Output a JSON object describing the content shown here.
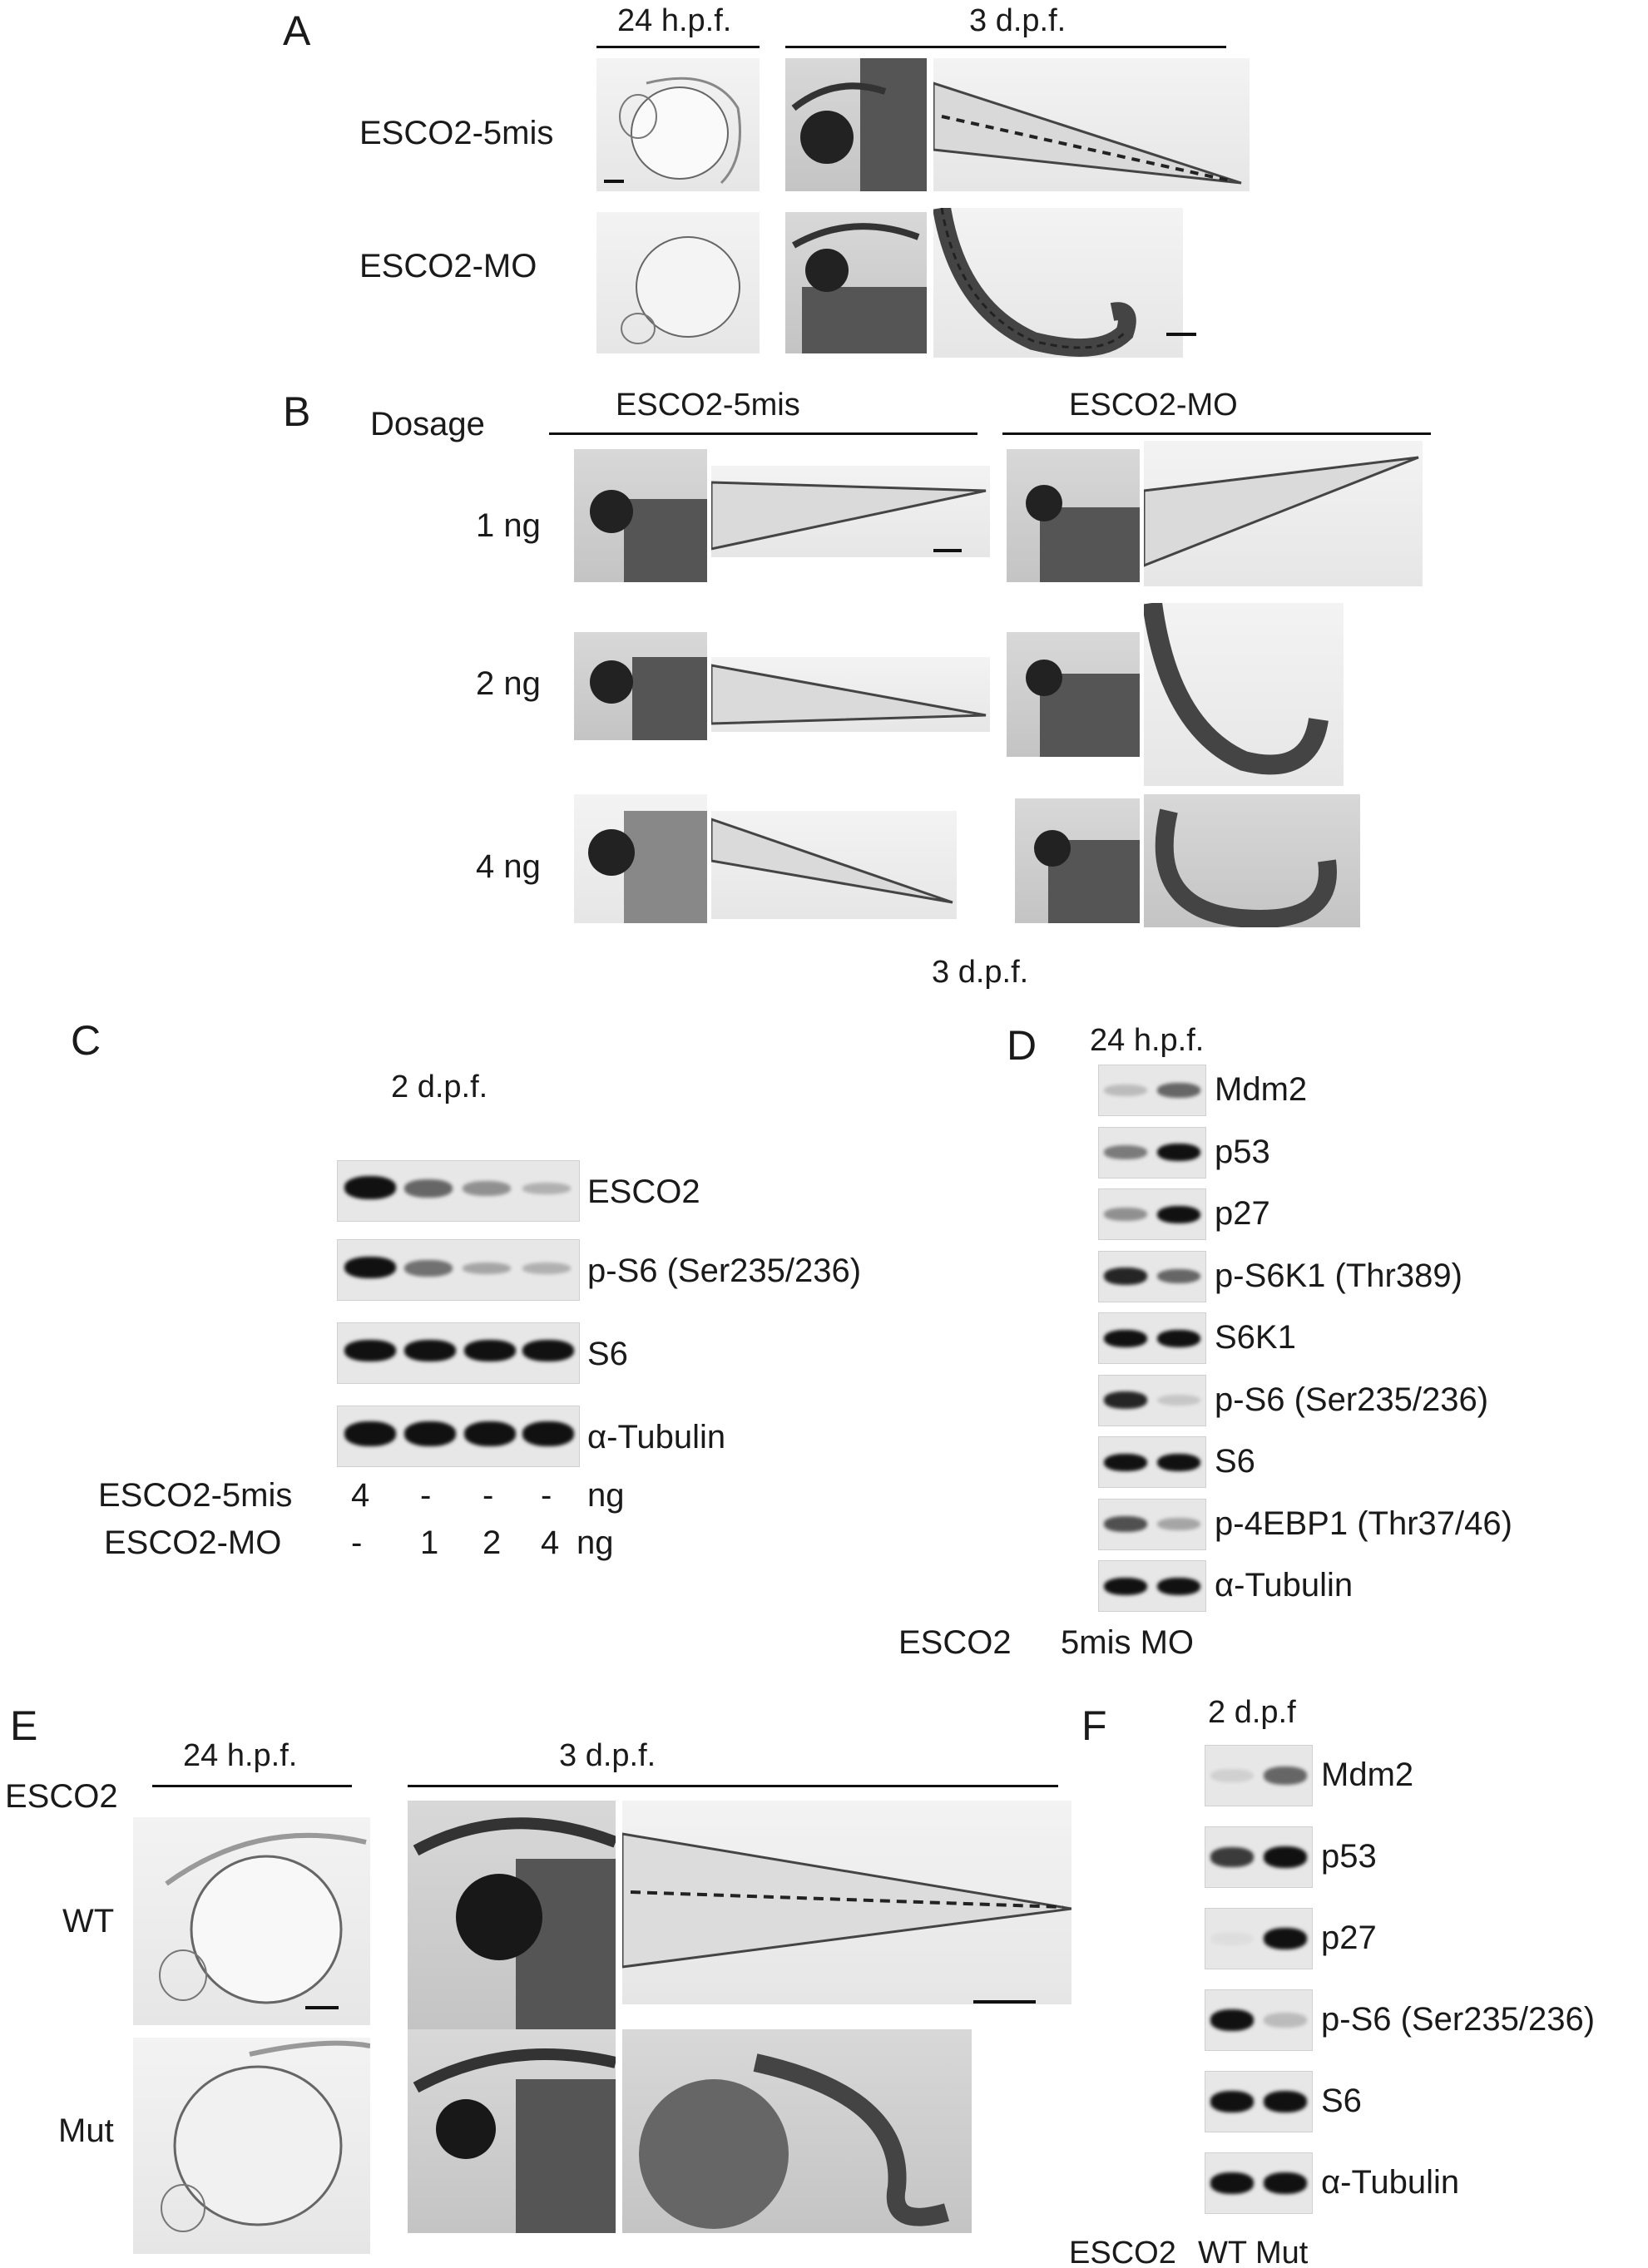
{
  "panel_letters": [
    "A",
    "B",
    "C",
    "D",
    "E",
    "F"
  ],
  "panelA": {
    "time_24": "24 h.p.f.",
    "time_3": "3 d.p.f.",
    "row1": "ESCO2-5mis",
    "row2": "ESCO2-MO"
  },
  "panelB": {
    "dosage": "Dosage",
    "group1": "ESCO2-5mis",
    "group2": "ESCO2-MO",
    "doses": [
      "1 ng",
      "2 ng",
      "4 ng"
    ],
    "time": "3 d.p.f."
  },
  "panelC": {
    "time": "2 d.p.f.",
    "blots": [
      "ESCO2",
      "p-S6 (Ser235/236)",
      "S6",
      "α-Tubulin"
    ],
    "band_intensities": [
      [
        1.0,
        0.6,
        0.4,
        0.25
      ],
      [
        1.0,
        0.55,
        0.3,
        0.25
      ],
      [
        1.0,
        1.0,
        1.0,
        1.0
      ],
      [
        1.0,
        1.0,
        1.0,
        1.0
      ]
    ],
    "row1_label": "ESCO2-5mis",
    "row1_values": [
      "4",
      "-",
      "-",
      "-",
      "ng"
    ],
    "row2_label": "ESCO2-MO",
    "row2_values": [
      "-",
      "1",
      "2",
      "4",
      "ng"
    ]
  },
  "panelD": {
    "time": "24 h.p.f.",
    "blots": [
      "Mdm2",
      "p53",
      "p27",
      "p-S6K1 (Thr389)",
      "S6K1",
      "p-S6 (Ser235/236)",
      "S6",
      "p-4EBP1 (Thr37/46)",
      "α-Tubulin"
    ],
    "band_intensities": [
      [
        0.2,
        0.6
      ],
      [
        0.5,
        1.0
      ],
      [
        0.4,
        1.0
      ],
      [
        0.9,
        0.6
      ],
      [
        1.0,
        1.0
      ],
      [
        0.9,
        0.15
      ],
      [
        1.0,
        1.0
      ],
      [
        0.7,
        0.3
      ],
      [
        1.0,
        1.0
      ]
    ],
    "bottom_label": "ESCO2",
    "lanes_label": "5mis MO"
  },
  "panelE": {
    "gene": "ESCO2",
    "time_24": "24 h.p.f.",
    "time_3": "3 d.p.f.",
    "row1": "WT",
    "row2": "Mut"
  },
  "panelF": {
    "time": "2 d.p.f",
    "blots": [
      "Mdm2",
      "p53",
      "p27",
      "p-S6 (Ser235/236)",
      "S6",
      "α-Tubulin"
    ],
    "band_intensities": [
      [
        0.1,
        0.6
      ],
      [
        0.8,
        1.0
      ],
      [
        0.0,
        1.0
      ],
      [
        1.0,
        0.2
      ],
      [
        1.0,
        1.0
      ],
      [
        1.0,
        1.0
      ]
    ],
    "bottom_label": "ESCO2",
    "lanes_label": "WT Mut"
  }
}
